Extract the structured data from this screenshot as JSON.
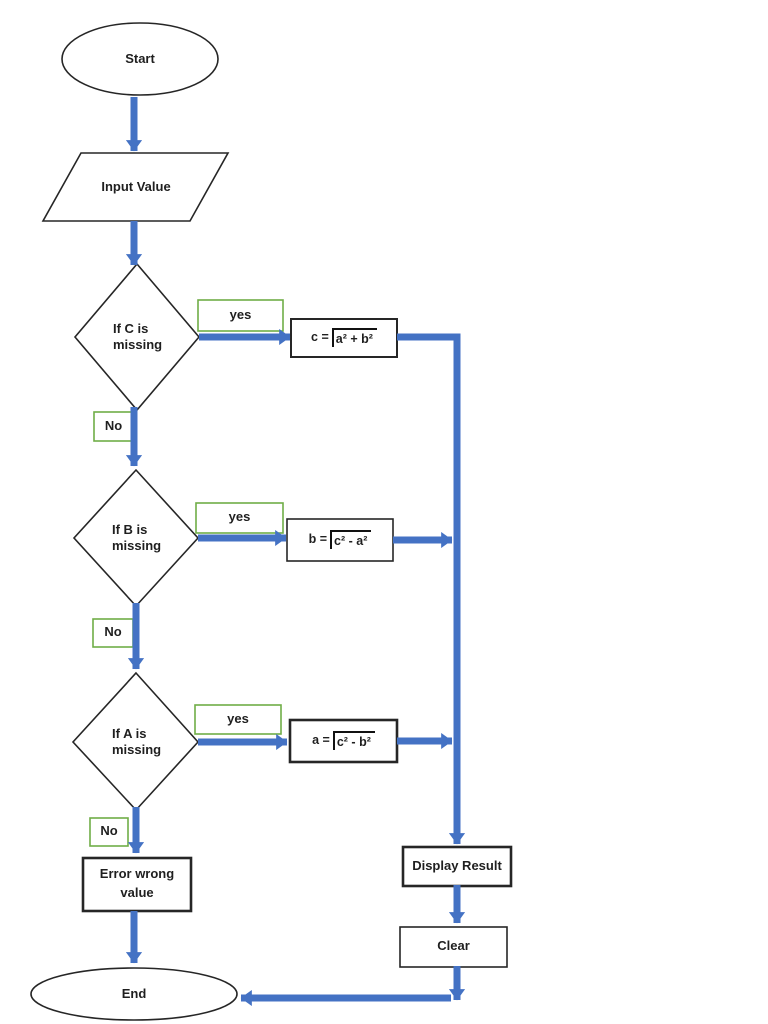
{
  "flowchart": {
    "nodes": {
      "start": {
        "label": "Start"
      },
      "input": {
        "label": "Input Value"
      },
      "decision_c": {
        "lines": [
          "If C is",
          "missing"
        ]
      },
      "decision_b": {
        "lines": [
          "If B is",
          "missing"
        ]
      },
      "decision_a": {
        "lines": [
          "If A is",
          "missing"
        ]
      },
      "formula_c": {
        "prefix": "c =",
        "radicand": "a² + b²"
      },
      "formula_b": {
        "prefix": "b =",
        "radicand": "c² - a²"
      },
      "formula_a": {
        "prefix": "a =",
        "radicand": "c² - b²"
      },
      "error": {
        "lines": [
          "Error wrong",
          "value"
        ]
      },
      "display_result": {
        "label": "Display Result"
      },
      "clear": {
        "label": "Clear"
      },
      "end": {
        "label": "End"
      }
    },
    "edge_labels": {
      "yes": [
        "yes",
        "yes",
        "yes"
      ],
      "no": [
        "No",
        "No",
        "No"
      ]
    },
    "colors": {
      "arrow_blue": "#4472C4",
      "label_green": "#70AD47",
      "shape_border": "#262626",
      "text": "#1f1f1f"
    }
  }
}
